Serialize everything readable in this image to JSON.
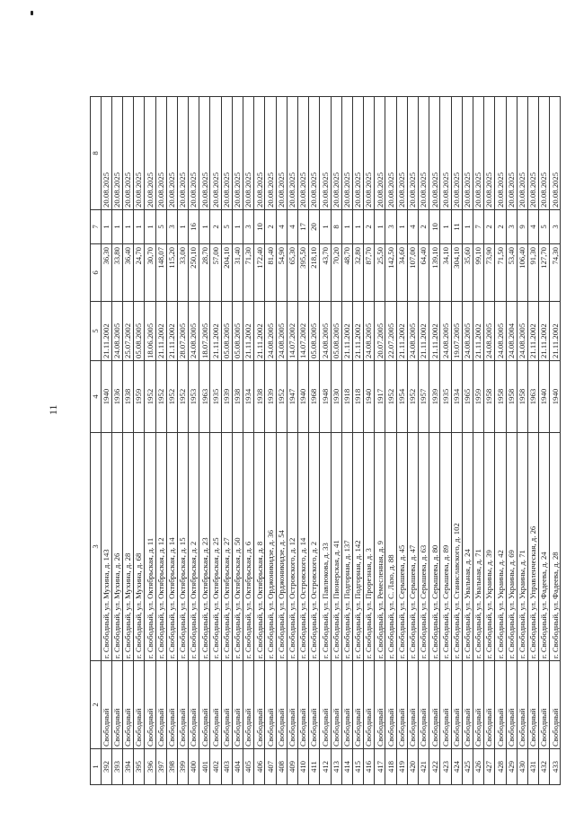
{
  "page_number": "11",
  "header": [
    "1",
    "2",
    "3",
    "4",
    "5",
    "6",
    "7",
    "8"
  ],
  "rows": [
    [
      "392",
      "Свободный",
      "г. Свободный, ул. Мухина, д. 143",
      "1940",
      "21.11.2002",
      "36,30",
      "1",
      "20.08.2025"
    ],
    [
      "393",
      "Свободный",
      "г. Свободный, ул. Мухина, д. 26",
      "1936",
      "24.08.2005",
      "33,80",
      "1",
      "20.08.2025"
    ],
    [
      "394",
      "Свободный",
      "г. Свободный, ул. Мухина, д. 28",
      "1938",
      "25.07.2002",
      "36,40",
      "1",
      "20.08.2025"
    ],
    [
      "395",
      "Свободный",
      "г. Свободный, ул. Мухина, д. 68",
      "1959",
      "05.08.2005",
      "24,70",
      "1",
      "20.08.2025"
    ],
    [
      "396",
      "Свободный",
      "г. Свободный, ул. Октябрьская, д. 11",
      "1952",
      "18.06.2005",
      "30,70",
      "1",
      "20.08.2025"
    ],
    [
      "397",
      "Свободный",
      "г. Свободный, ул. Октябрьская, д. 12",
      "1952",
      "21.11.2002",
      "148,07",
      "5",
      "20.08.2025"
    ],
    [
      "398",
      "Свободный",
      "г. Свободный, ул. Октябрьская, д. 14",
      "1952",
      "21.11.2002",
      "115,20",
      "3",
      "20.08.2025"
    ],
    [
      "399",
      "Свободный",
      "г. Свободный, ул. Октябрьская, д. 15",
      "1952",
      "28.07.2005",
      "33,00",
      "1",
      "20.08.2025"
    ],
    [
      "400",
      "Свободный",
      "г. Свободный, ул. Октябрьская, д. 2",
      "1953",
      "24.08.2005",
      "250,10",
      "16",
      "20.08.2025"
    ],
    [
      "401",
      "Свободный",
      "г. Свободный, ул. Октябрьская, д. 23",
      "1963",
      "18.07.2005",
      "28,70",
      "1",
      "20.08.2025"
    ],
    [
      "402",
      "Свободный",
      "г. Свободный, ул. Октябрьская, д. 25",
      "1935",
      "21.11.2002",
      "57,00",
      "2",
      "20.08.2025"
    ],
    [
      "403",
      "Свободный",
      "г. Свободный, ул. Октябрьская, д. 27",
      "1939",
      "05.08.2005",
      "204,10",
      "5",
      "20.08.2025"
    ],
    [
      "404",
      "Свободный",
      "г. Свободный, ул. Октябрьская, д. 50",
      "1938",
      "05.08.2005",
      "31,40",
      "1",
      "20.08.2025"
    ],
    [
      "405",
      "Свободный",
      "г. Свободный, ул. Октябрьская, д. 6",
      "1934",
      "21.11.2002",
      "71,30",
      "3",
      "20.08.2025"
    ],
    [
      "406",
      "Свободный",
      "г. Свободный, ул. Октябрьская, д. 8",
      "1938",
      "21.11.2002",
      "172,40",
      "10",
      "20.08.2025"
    ],
    [
      "407",
      "Свободный",
      "г. Свободный, ул. Орджоникидзе, д. 36",
      "1939",
      "24.08.2005",
      "81,40",
      "2",
      "20.08.2025"
    ],
    [
      "408",
      "Свободный",
      "г. Свободный, ул. Орджоникидзе, д. 54",
      "1952",
      "24.08.2005",
      "54,90",
      "4",
      "20.08.2025"
    ],
    [
      "409",
      "Свободный",
      "г. Свободный, ул. Островского, д. 12",
      "1947",
      "14.07.2002",
      "65,30",
      "4",
      "20.08.2025"
    ],
    [
      "410",
      "Свободный",
      "г. Свободный, ул. Островского, д. 14",
      "1940",
      "14.07.2002",
      "395,50",
      "17",
      "20.08.2025"
    ],
    [
      "411",
      "Свободный",
      "г. Свободный, ул. Островского, д. 2",
      "1968",
      "05.08.2005",
      "218,10",
      "20",
      "20.08.2025"
    ],
    [
      "412",
      "Свободный",
      "г. Свободный, ул. Павлюкова, д. 33",
      "1948",
      "24.08.2005",
      "43,70",
      "1",
      "20.08.2025"
    ],
    [
      "413",
      "Свободный",
      "г. Свободный, ул. Пионерская, д. 41",
      "1930",
      "05.08.2005",
      "70,20",
      "8",
      "20.08.2025"
    ],
    [
      "414",
      "Свободный",
      "г. Свободный, ул. Подгорная, д. 137",
      "1918",
      "21.11.2002",
      "48,70",
      "1",
      "20.08.2025"
    ],
    [
      "415",
      "Свободный",
      "г. Свободный, ул. Подгорная, д. 142",
      "1918",
      "21.11.2002",
      "32,80",
      "1",
      "20.08.2025"
    ],
    [
      "416",
      "Свободный",
      "г. Свободный, ул. Прорезная, д. 3",
      "1940",
      "24.08.2005",
      "87,70",
      "2",
      "20.08.2025"
    ],
    [
      "417",
      "Свободный",
      "г. Свободный, ул. Ремесленная, д. 9",
      "1917",
      "20.07.2005",
      "25,50",
      "1",
      "20.08.2025"
    ],
    [
      "418",
      "Свободный",
      "г. Свободный, ул. С. Лазо, д. 88",
      "1952",
      "22.07.2005",
      "142,50",
      "3",
      "20.08.2025"
    ],
    [
      "419",
      "Свободный",
      "г. Свободный, ул. Серышева, д. 45",
      "1954",
      "21.11.2002",
      "34,60",
      "1",
      "20.08.2025"
    ],
    [
      "420",
      "Свободный",
      "г. Свободный, ул. Серышева, д. 47",
      "1952",
      "24.08.2005",
      "107,00",
      "4",
      "20.08.2025"
    ],
    [
      "421",
      "Свободный",
      "г. Свободный, ул. Серышева, д. 63",
      "1957",
      "21.11.2002",
      "64,40",
      "2",
      "20.08.2025"
    ],
    [
      "422",
      "Свободный",
      "г. Свободный, ул. Серышева, д. 80",
      "1939",
      "21.11.2002",
      "139,10",
      "10",
      "20.08.2025"
    ],
    [
      "423",
      "Свободный",
      "г. Свободный, ул. Серышева, д. 89",
      "1935",
      "24.08.2005",
      "34,10",
      "1",
      "20.08.2025"
    ],
    [
      "424",
      "Свободный",
      "г. Свободный, ул. Станиславского, д. 102",
      "1934",
      "19.07.2005",
      "304,10",
      "11",
      "20.08.2025"
    ],
    [
      "425",
      "Свободный",
      "г. Свободный, ул. Увальная, д. 24",
      "1965",
      "24.08.2005",
      "35,60",
      "1",
      "20.08.2025"
    ],
    [
      "426",
      "Свободный",
      "г. Свободный, ул. Увальная, д. 71",
      "1959",
      "21.11.2002",
      "99,10",
      "7",
      "20.08.2025"
    ],
    [
      "427",
      "Свободный",
      "г. Свободный, ул. Украины, д. 39",
      "1958",
      "24.08.2005",
      "73,90",
      "2",
      "20.08.2025"
    ],
    [
      "428",
      "Свободный",
      "г. Свободный, ул. Украины, д. 42",
      "1958",
      "24.08.2005",
      "71,50",
      "2",
      "20.08.2025"
    ],
    [
      "429",
      "Свободный",
      "г. Свободный, ул. Украины, д. 69",
      "1958",
      "24.08.2004",
      "53,40",
      "3",
      "20.08.2025"
    ],
    [
      "430",
      "Свободный",
      "г. Свободный, ул. Украины, д. 71",
      "1958",
      "24.08.2005",
      "106,40",
      "9",
      "20.08.2025"
    ],
    [
      "431",
      "Свободный",
      "г. Свободный, ул. Управленческая, д. 26",
      "1963",
      "21.11.2002",
      "91,30",
      "4",
      "20.08.2025"
    ],
    [
      "432",
      "Свободный",
      "г. Свободный, ул. Фадеева, д. 24",
      "1940",
      "21.11.2002",
      "127,70",
      "5",
      "20.08.2025"
    ],
    [
      "433",
      "Свободный",
      "г. Свободный, ул. Фадеева, д. 28",
      "1940",
      "21.11.2002",
      "74,30",
      "3",
      "20.08.2025"
    ]
  ]
}
